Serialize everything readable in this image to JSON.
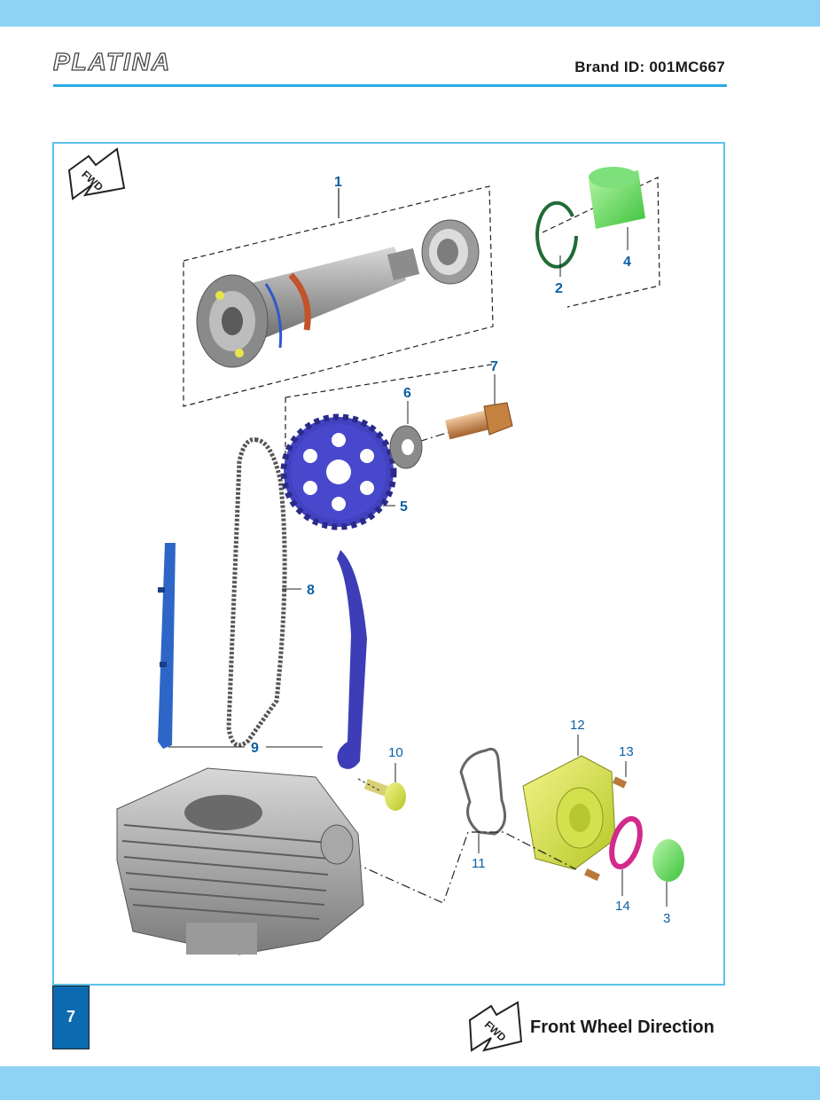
{
  "header": {
    "brand_logo": "PLATINA",
    "brand_id": "Brand ID: 001MC667"
  },
  "diagram": {
    "fwd_icon_text": "FWD",
    "callouts": [
      "1",
      "2",
      "4",
      "6",
      "7",
      "5",
      "8",
      "9",
      "10",
      "12",
      "13",
      "11",
      "14",
      "3"
    ]
  },
  "footer": {
    "page_number": "7",
    "legend_icon_text": "FWD",
    "legend_label": "Front Wheel Direction"
  },
  "colors": {
    "accent_band": "#8fd3f4",
    "frame_border": "#5cc3ea",
    "callout_blue": "#0b5fa5",
    "page_badge": "#0b6ab0"
  }
}
